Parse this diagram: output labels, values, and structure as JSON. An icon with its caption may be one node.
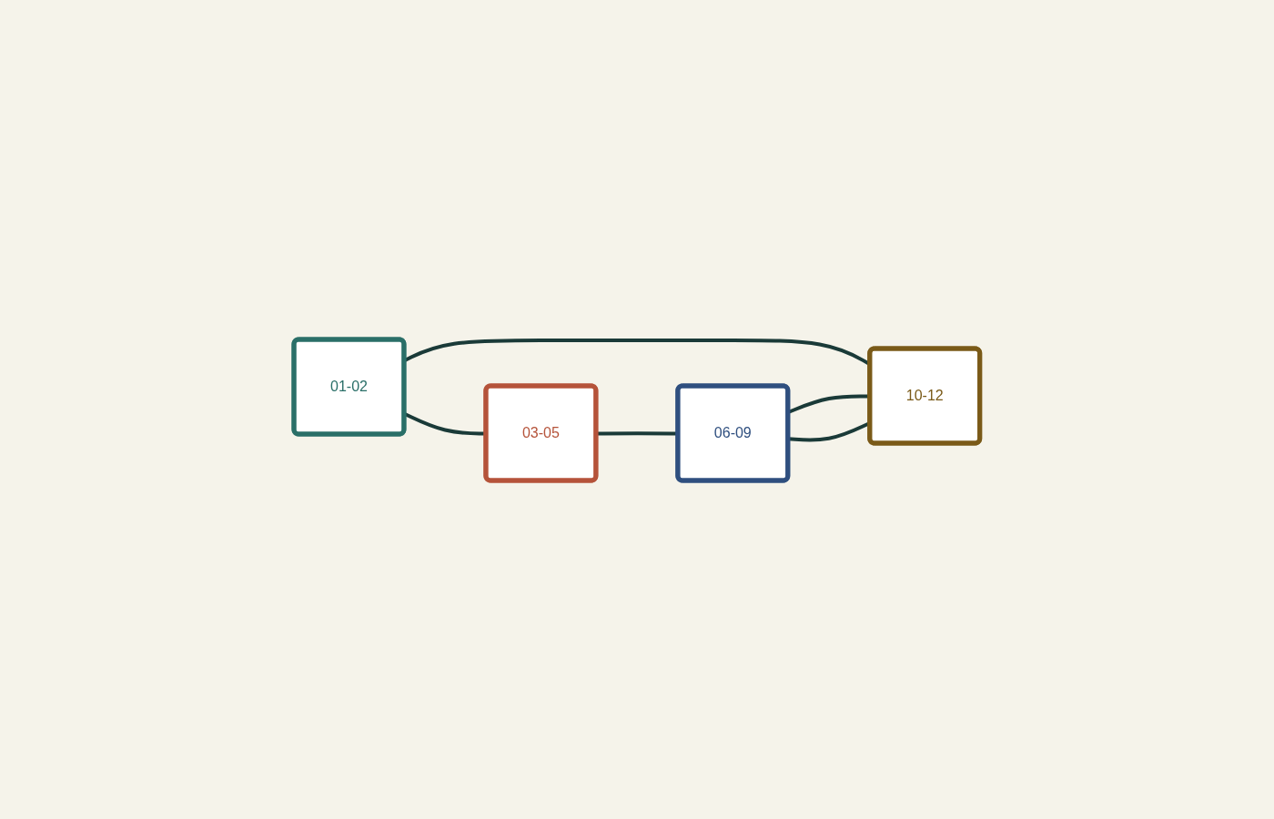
{
  "diagram": {
    "nodes": [
      {
        "text": [
          "01-02"
        ]
      },
      {
        "text": [
          "03-05"
        ]
      },
      {
        "text": [
          "06-09"
        ]
      },
      {
        "text": [
          "10-12"
        ]
      }
    ],
    "edges": [
      {
        "from": 0,
        "to": 1,
        "arrow": "none"
      },
      {
        "from": 1,
        "to": 2,
        "arrow": "none"
      },
      {
        "from": 0,
        "to": 3,
        "arrow": "none"
      },
      {
        "from": 2,
        "to": 3,
        "arrow": "none"
      },
      {
        "from": 2,
        "to": 3,
        "arrow": "none"
      }
    ]
  }
}
